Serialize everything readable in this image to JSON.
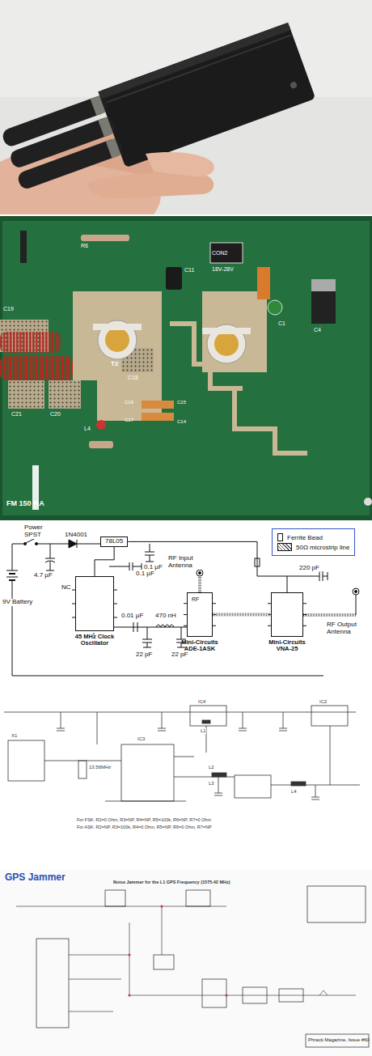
{
  "diagram": {
    "nodes": [
      {
        "text": [
          "78L05"
        ]
      },
      {
        "text": [
          "45 MHz Clock Oscillator"
        ]
      },
      {
        "text": [
          "Mini-Circuits ADE-1ASK"
        ]
      },
      {
        "text": [
          "Mini-Circuits VNA-25"
        ]
      }
    ],
    "edges": [
      {
        "from": 0,
        "to": 1,
        "arrow": "none"
      },
      {
        "from": 1,
        "to": 2,
        "arrow": "none"
      },
      {
        "from": 2,
        "to": 3,
        "arrow": "none"
      },
      {
        "from": 0,
        "to": 3,
        "arrow": "none"
      }
    ],
    "labels": [
      "FM 150 P.A",
      "CON2",
      "18V-28V",
      "T2",
      "C18",
      "C19",
      "C20",
      "C21",
      "C11",
      "C14",
      "C15",
      "C16",
      "C17",
      "L4",
      "R6",
      "C1",
      "C4",
      "Power",
      "SPST",
      "1N4001",
      "9V Battery",
      "4.7 µF",
      "0.1 µF",
      "0.1 µF",
      "NC",
      "0.01 µF",
      "470 nH",
      "22 pF",
      "22 pF",
      "RF Input Antenna",
      "RF",
      "220 pF",
      "RF Output Antenna",
      "For FSK: R2=0 Ohm, R3=NP, R4=NP, R5=100k, R6=NP, R7=0 Ohm",
      "For ASK: R2=NP, R3=100k, R4=0 Ohm, R5=NP, R6=0 Ohm, R7=NP",
      "IC3",
      "IC4",
      "IC2",
      "X1",
      "L1",
      "L2",
      "L3",
      "L4",
      "13.56MHz",
      "GPS Jammer",
      "Noise Jammer for the L1 GPS Frequency (1575.42 MHz)",
      "Phrack Magazine, Issue #60"
    ],
    "legend": [
      {
        "text": "Ferrite Bead"
      },
      {
        "text": "50Ω microstrip line"
      }
    ]
  }
}
